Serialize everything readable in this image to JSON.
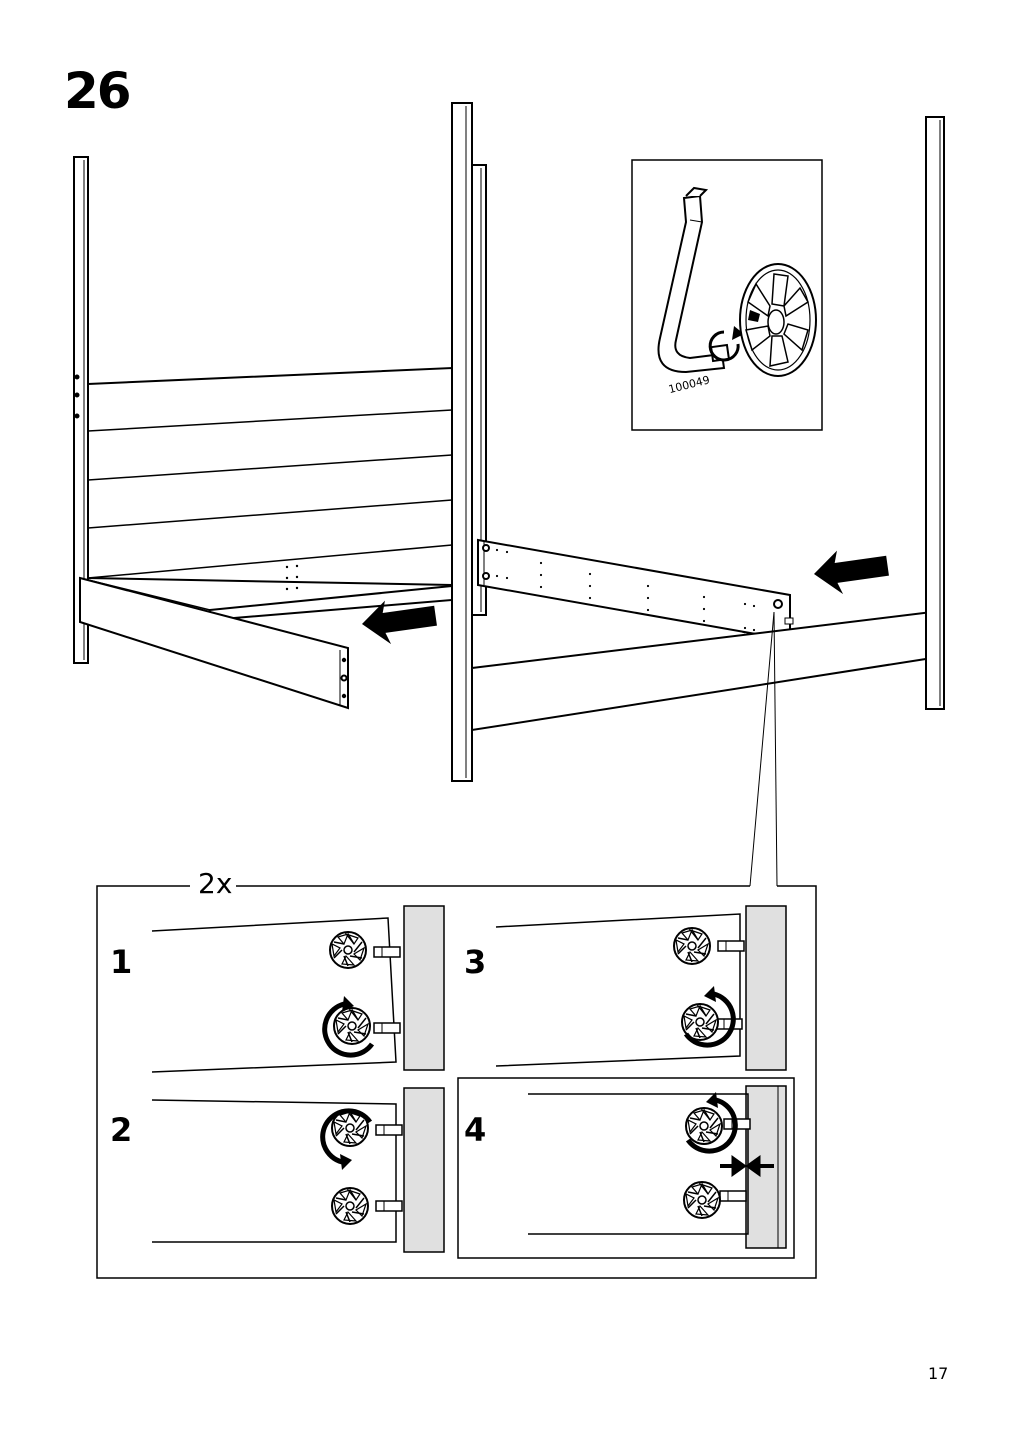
{
  "step": {
    "number": "26"
  },
  "detail": {
    "tool_code": "100049",
    "multiplier": "2x"
  },
  "substeps": [
    "1",
    "2",
    "3",
    "4"
  ],
  "footer": {
    "page_number": "17"
  },
  "colors": {
    "line": "#000000",
    "wall": "#e0e0e0",
    "background": "#ffffff"
  },
  "icons": {
    "arrow": "push-arrow-icon",
    "cam_lock": "cam-lock-icon",
    "allen_key": "allen-key-icon",
    "rotate": "rotate-arrow-icon",
    "compress": "compress-arrows-icon"
  }
}
